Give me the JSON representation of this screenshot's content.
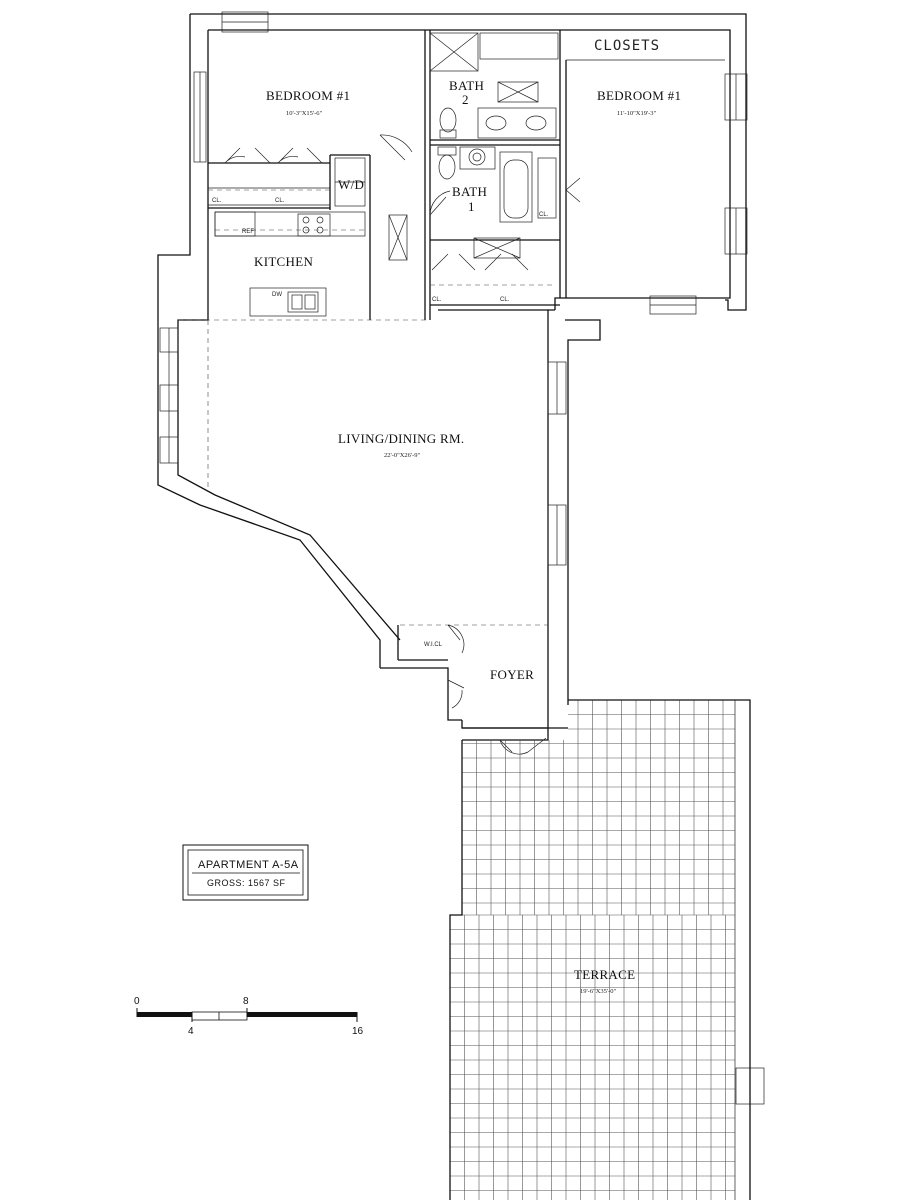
{
  "rooms": {
    "bedroom_left": {
      "name": "BEDROOM #1",
      "dims": "10'-3\"X15'-6\""
    },
    "bedroom_right": {
      "name": "BEDROOM #1",
      "dims": "11'-10\"X19'-3\""
    },
    "bath2": {
      "name": "BATH",
      "num": "2"
    },
    "bath1": {
      "name": "BATH",
      "num": "1"
    },
    "washer_dryer": "W/D",
    "kitchen": {
      "name": "KITCHEN"
    },
    "living": {
      "name": "LIVING/DINING RM.",
      "dims": "22'-0\"X26'-9\""
    },
    "wic": "W.I.CL",
    "foyer": {
      "name": "FOYER"
    },
    "terrace": {
      "name": "TERRACE",
      "dims": "19'-6\"X35'-0\""
    }
  },
  "handwritten_note": "CLOSETS",
  "closet_labels": [
    "CL.",
    "CL.",
    "CL.",
    "CL.",
    "CL."
  ],
  "appliance_labels": {
    "refrigerator": "REF",
    "dishwasher": "DW"
  },
  "title_block": {
    "apartment": "APARTMENT A-5A",
    "gross": "GROSS: 1567 SF"
  },
  "scale_bar": {
    "labels": [
      "0",
      "4",
      "8",
      "16"
    ]
  }
}
